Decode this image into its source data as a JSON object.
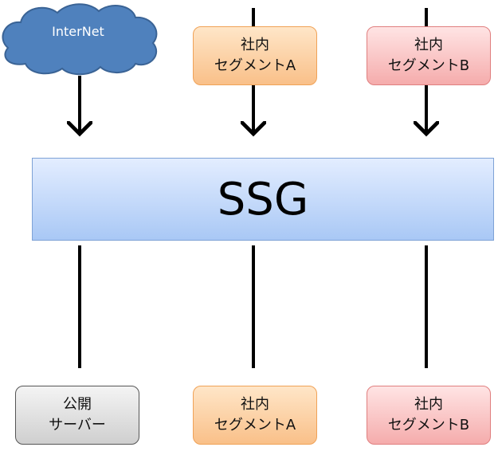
{
  "internet": {
    "label": "InterNet"
  },
  "ssg": {
    "label": "SSG"
  },
  "top_nodes": [
    {
      "line1": "社内",
      "line2": "セグメントA"
    },
    {
      "line1": "社内",
      "line2": "セグメントB"
    }
  ],
  "bottom_nodes": [
    {
      "line1": "公開",
      "line2": "サーバー"
    },
    {
      "line1": "社内",
      "line2": "セグメントA"
    },
    {
      "line1": "社内",
      "line2": "セグメントB"
    }
  ],
  "colors": {
    "cloud_fill": "#4f81bd",
    "cloud_stroke": "#3a6395",
    "connector": "#000000"
  }
}
